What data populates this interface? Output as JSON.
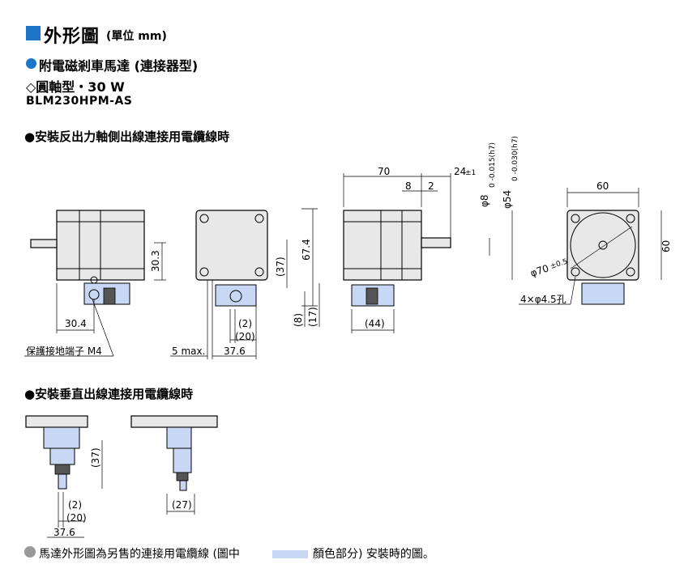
{
  "header": {
    "title": "外形圖",
    "unit": "(單位 mm)",
    "subtitle": "附電磁剎車馬達 (連接器型)",
    "shaft": "◇圓軸型・30 W",
    "model": "BLM230HPM-AS"
  },
  "section1": {
    "title": "●安裝反出力軸側出線連接用電纜線時"
  },
  "section2": {
    "title": "●安裝垂直出線連接用電纜線時"
  },
  "dims": {
    "d30_3": "30.3",
    "d30_4": "30.4",
    "ground": "保護接地端子 M4",
    "d5max": "5 max.",
    "d37_6": "37.6",
    "d2": "(2)",
    "d20": "(20)",
    "d37": "(37)",
    "d67_4": "67.4",
    "d8": "(8)",
    "d17": "(17)",
    "d44": "(44)",
    "d70": "70",
    "d8b": "8",
    "d2b": "2",
    "d24": "24",
    "d24tol": "±1",
    "phi8": "φ8",
    "phi8tol": "0 -0.015(h7)",
    "phi54": "φ54",
    "phi54tol": "0 -0.030(h7)",
    "d60a": "60",
    "d60b": "60",
    "phi70": "φ70",
    "phi70tol": "±0.5",
    "holes": "4×φ4.5孔",
    "s2_37": "(37)",
    "s2_2": "(2)",
    "s2_20": "(20)",
    "s2_37_6": "37.6",
    "s2_27": "(27)"
  },
  "note": {
    "text_a": "馬達外形圖為另售的連接用電纜線 (圖中",
    "text_b": "顏色部分) 安裝時的圖。"
  },
  "colors": {
    "accent": "#1e76c8",
    "cable": "#c8d8f4",
    "bullet_gray": "#999999"
  }
}
